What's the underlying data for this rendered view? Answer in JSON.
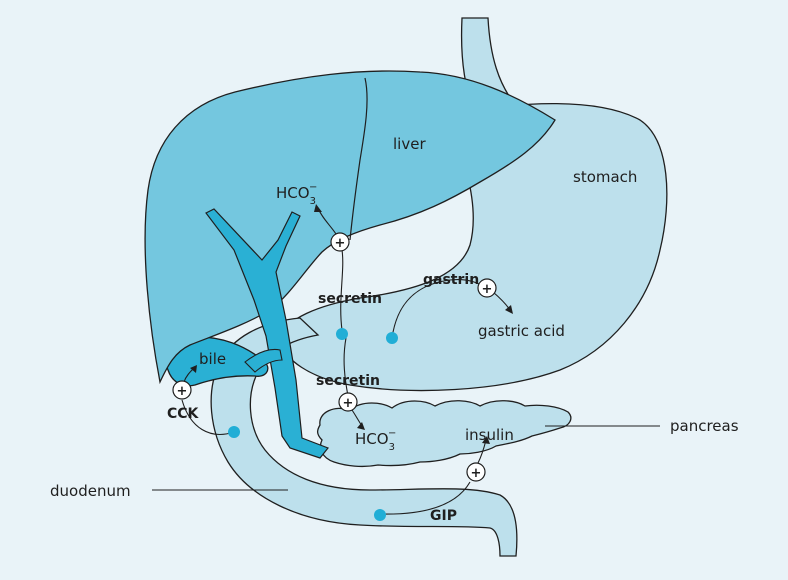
{
  "organs": {
    "liver": "liver",
    "stomach": "stomach",
    "bile": "bile",
    "pancreas": "pancreas",
    "duodenum": "duodenum"
  },
  "hormones": {
    "cck": "CCK",
    "secretin_top": "secretin",
    "secretin_mid": "secretin",
    "gastrin": "gastrin",
    "gip": "GIP",
    "insulin": "insulin"
  },
  "products": {
    "hco3_liver_base": "HCO",
    "hco3_liver_sub": "3",
    "hco3_liver_sup": "−",
    "hco3_pancreas_base": "HCO",
    "hco3_pancreas_sub": "3",
    "hco3_pancreas_sup": "−",
    "gastric_acid": "gastric acid"
  },
  "symbols": {
    "plus": "+"
  },
  "colors": {
    "background": "#e9f3f8",
    "liver_fill": "#74c7df",
    "organ_fill": "#bde0ec",
    "duct_fill": "#2ab0d4",
    "dot": "#21aed6",
    "outline": "#1f1f1f"
  }
}
